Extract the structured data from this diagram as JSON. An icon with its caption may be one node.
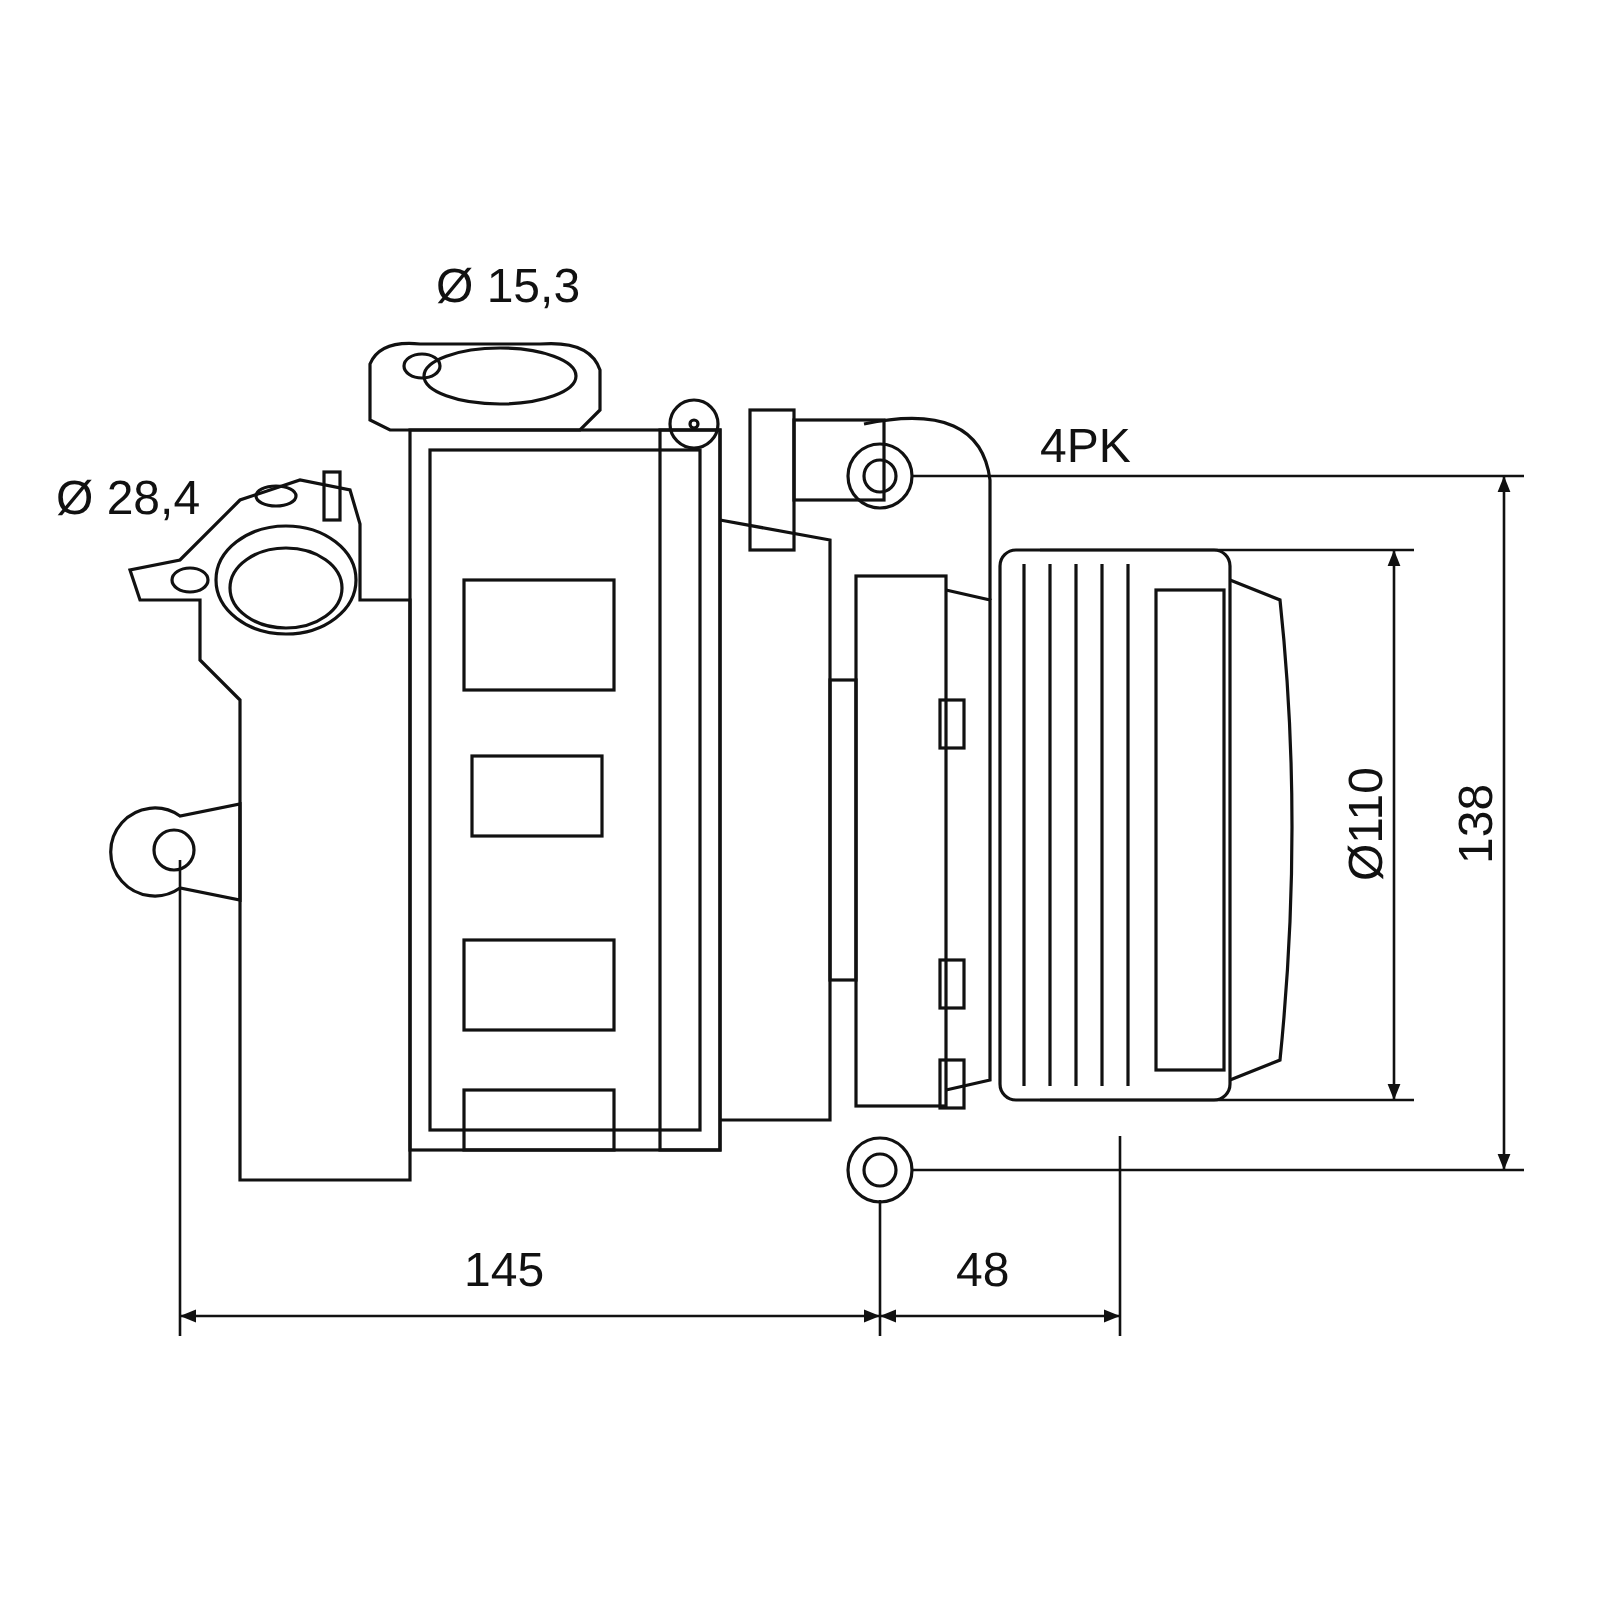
{
  "diagram": {
    "labels": [
      "Ø 15,3",
      "Ø 28,4",
      "4PK",
      "Ø110",
      "138",
      "145",
      "48"
    ]
  }
}
